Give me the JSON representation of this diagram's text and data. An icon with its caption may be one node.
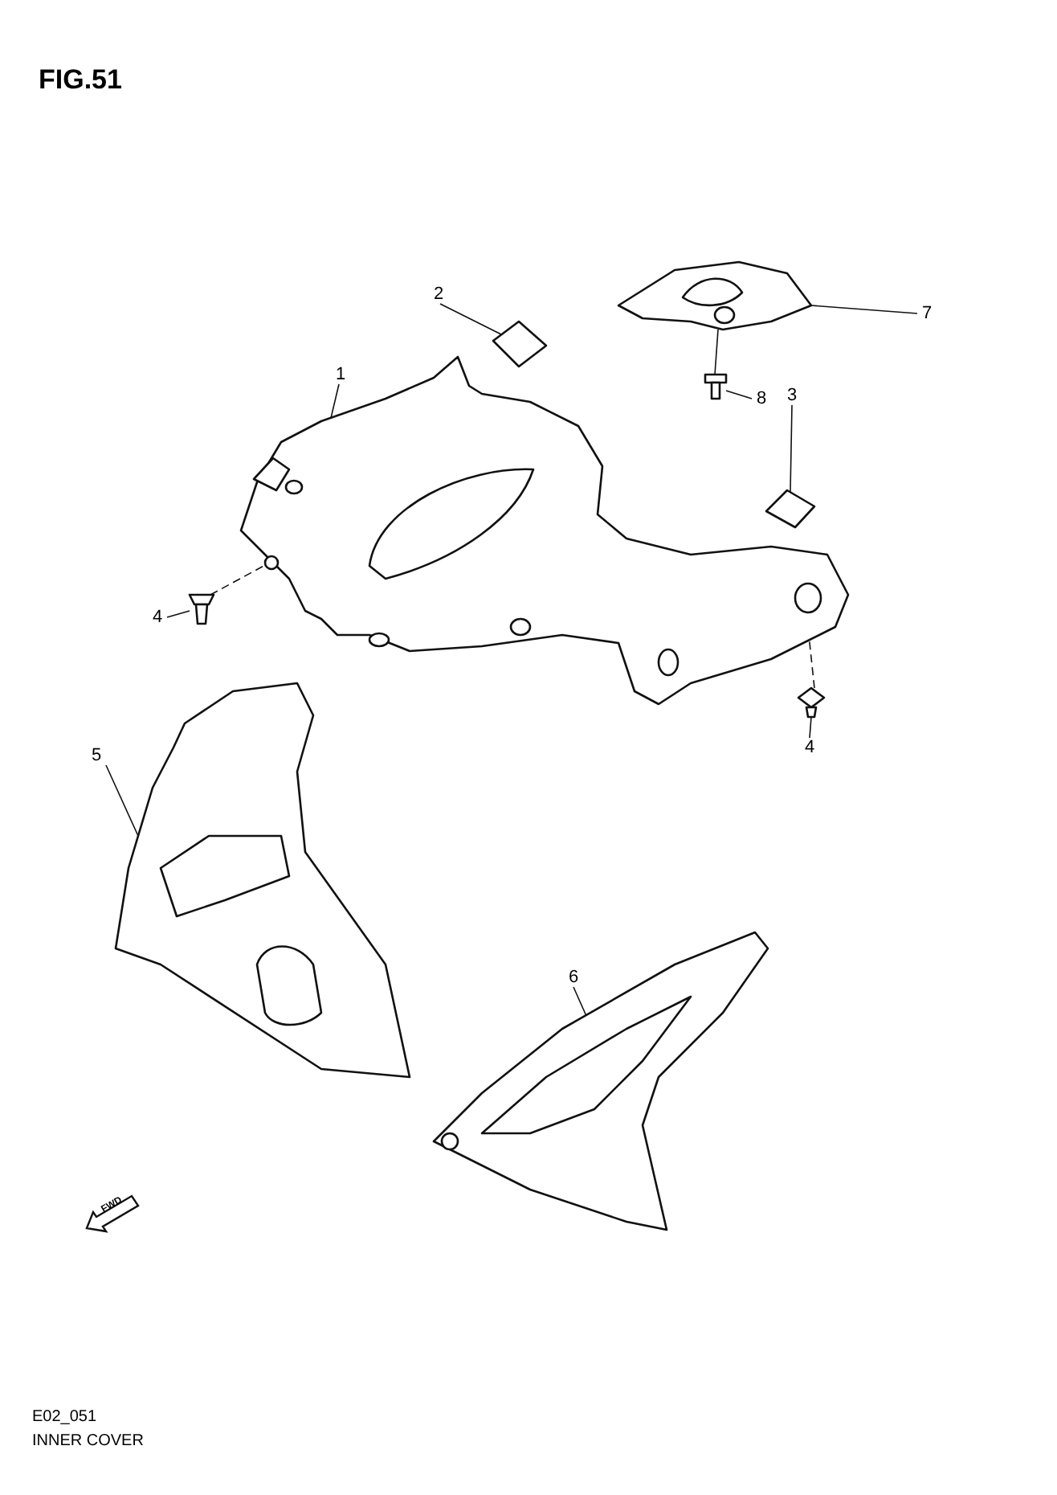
{
  "diagram": {
    "title": "FIG.51",
    "nodes": [
      {
        "text": [
          "1"
        ]
      },
      {
        "text": [],
        "shape": "picture"
      },
      {
        "text": [
          "2"
        ]
      },
      {
        "text": [],
        "shape": "picture"
      },
      {
        "text": [
          "3"
        ]
      },
      {
        "text": [],
        "shape": "picture"
      },
      {
        "text": [
          "7"
        ]
      },
      {
        "text": [],
        "shape": "picture"
      },
      {
        "text": [
          "8"
        ]
      },
      {
        "text": [],
        "shape": "picture"
      },
      {
        "text": [
          "4"
        ]
      },
      {
        "text": [],
        "shape": "picture"
      },
      {
        "text": [
          "4"
        ]
      },
      {
        "text": [],
        "shape": "picture"
      },
      {
        "text": [
          "5"
        ]
      },
      {
        "text": [],
        "shape": "picture"
      },
      {
        "text": [
          "6"
        ]
      },
      {
        "text": [],
        "shape": "picture"
      },
      {
        "text": [
          "FWD"
        ]
      }
    ],
    "edges": [
      {
        "from": 0,
        "to": 1,
        "arrow": "none"
      },
      {
        "from": 2,
        "to": 3,
        "arrow": "none"
      },
      {
        "from": 4,
        "to": 5,
        "arrow": "none"
      },
      {
        "from": 6,
        "to": 7,
        "arrow": "none"
      },
      {
        "from": 8,
        "to": 9,
        "arrow": "none"
      },
      {
        "from": 9,
        "to": 7,
        "arrow": "none"
      },
      {
        "from": 10,
        "to": 11,
        "arrow": "none"
      },
      {
        "from": 11,
        "to": 1,
        "arrow": "none",
        "style": "dashed"
      },
      {
        "from": 12,
        "to": 13,
        "arrow": "none"
      },
      {
        "from": 13,
        "to": 1,
        "arrow": "none",
        "style": "dashed"
      },
      {
        "from": 14,
        "to": 15,
        "arrow": "none"
      },
      {
        "from": 16,
        "to": 17,
        "arrow": "none"
      }
    ],
    "labels": [
      "E02_051",
      "INNER COVER"
    ]
  }
}
